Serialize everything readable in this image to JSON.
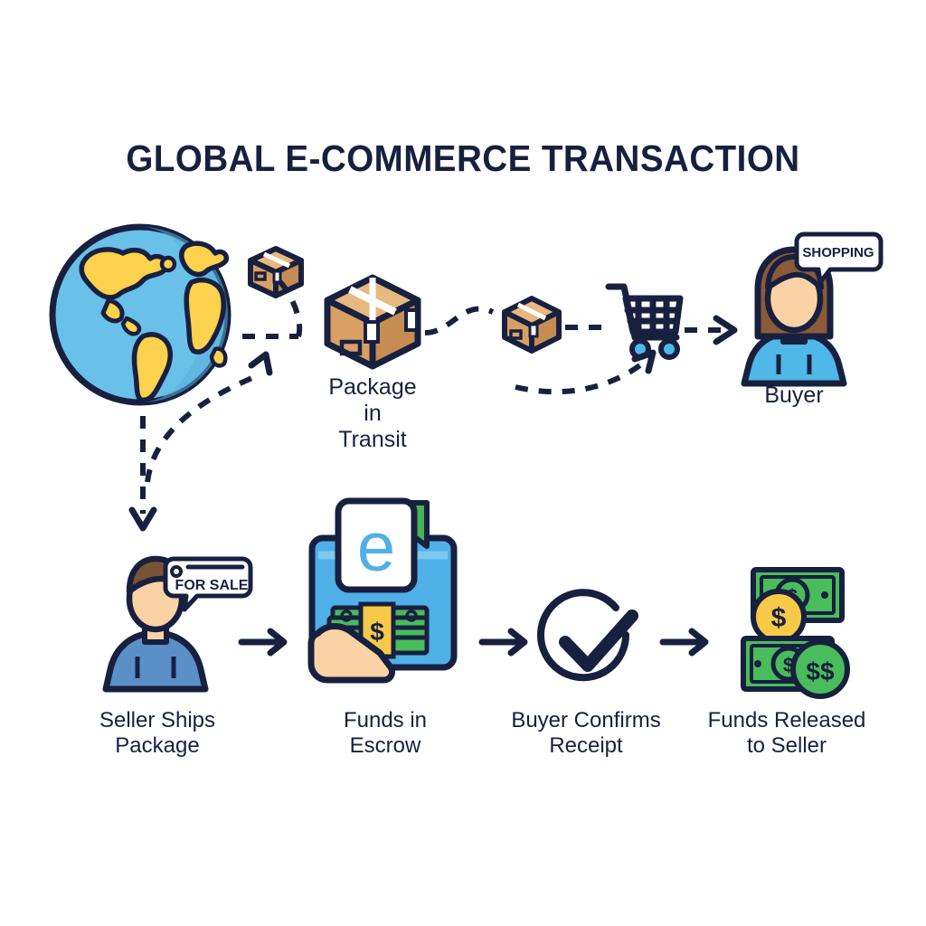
{
  "title": "GLOBAL E-COMMERCE TRANSACTION",
  "colors": {
    "outline": "#18203f",
    "ocean": "#69c0e9",
    "land": "#fbd14d",
    "box_front": "#d9a066",
    "box_top": "#e7b87f",
    "box_side": "#c58d52",
    "buyer_shirt": "#4fb8e8",
    "seller_shirt": "#5b8fc7",
    "skin": "#fbd2a6",
    "hair_buyer": "#8a5a3b",
    "hair_seller": "#7a5236",
    "escrow_box": "#4fb0e8",
    "escrow_box_top": "#7cc8f0",
    "money_green": "#49bd5c",
    "money_green_dark": "#2f9e46",
    "coin_gold": "#f7c948",
    "flag_green": "#47b354",
    "background": "#ffffff"
  },
  "top_flow": {
    "globe": {
      "name": "globe"
    },
    "package_small_left": {
      "name": "small-package"
    },
    "package_main": {
      "label": "Package\nin\nTransit"
    },
    "package_small_right": {
      "name": "small-package"
    },
    "cart": {
      "name": "shopping-cart"
    },
    "buyer": {
      "label": "Buyer",
      "bubble": "SHOPPING"
    }
  },
  "bottom_flow": {
    "steps": [
      {
        "id": "seller-ships-package",
        "label": "Seller Ships\nPackage",
        "bubble": "FOR SALE",
        "icon": "seller-avatar"
      },
      {
        "id": "funds-in-escrow",
        "label": "Funds in\nEscrow",
        "icon": "escrow-box",
        "card_letter": "e"
      },
      {
        "id": "buyer-confirms-receipt",
        "label": "Buyer Confirms\nReceipt",
        "icon": "check-circle"
      },
      {
        "id": "funds-released-to-seller",
        "label": "Funds Released\nto Seller",
        "icon": "banknotes",
        "coin_top": "$",
        "coin_bottom": "$$"
      }
    ],
    "arrows": [
      "arrow-right",
      "arrow-right",
      "arrow-right"
    ]
  },
  "connectors": {
    "globe_to_seller": "dashed-arrow-down",
    "seller_to_globe": "dashed-curve-up",
    "transit_dashes": "dashed-line",
    "cart_inbound": "dashed-curve-arrow",
    "to_buyer": "dashed-arrow-right"
  }
}
